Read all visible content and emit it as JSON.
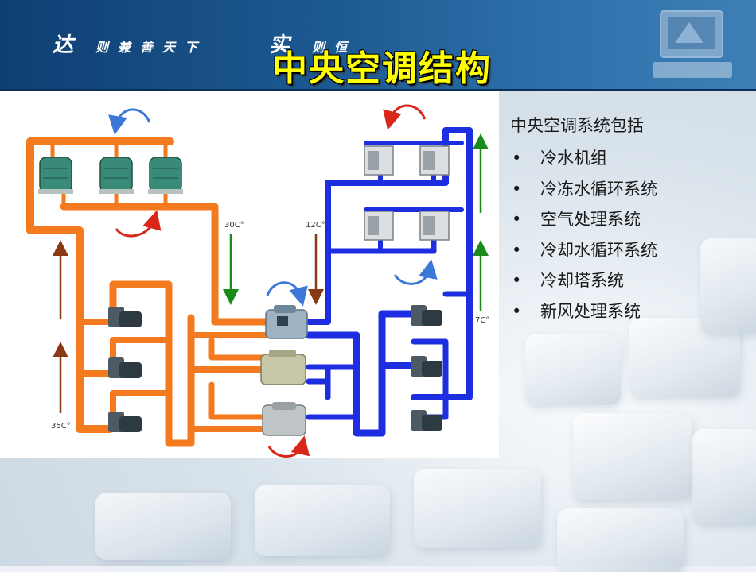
{
  "header": {
    "slogan_left_big": "达",
    "slogan_left_small": "则兼善天下",
    "slogan_right_big": "实",
    "slogan_right_small": "则恒",
    "title": "中央空调结构"
  },
  "diagram": {
    "temps": {
      "condenser_supply": "30C°",
      "chilled_return": "12C°",
      "chilled_supply": "7C°",
      "condenser_return": "35C°"
    },
    "colors": {
      "condenser_loop": "#f47a1f",
      "chilled_loop": "#1c2ee0",
      "arrow_red": "#d8261a",
      "arrow_blue": "#3c78d8",
      "arrow_green": "#1a8a1a",
      "arrow_brown": "#8a3a12"
    },
    "icons": {
      "cooling_tower": "cooling-tower-icon",
      "pump": "pump-icon",
      "chiller": "chiller-icon",
      "air_handler": "air-handler-icon"
    }
  },
  "list": {
    "heading": "中央空调系统包括",
    "bullet": "•",
    "items": [
      "冷水机组",
      "冷冻水循环系统",
      "空气处理系统",
      "冷却水循环系统",
      "冷却塔系统",
      "新风处理系统"
    ]
  }
}
